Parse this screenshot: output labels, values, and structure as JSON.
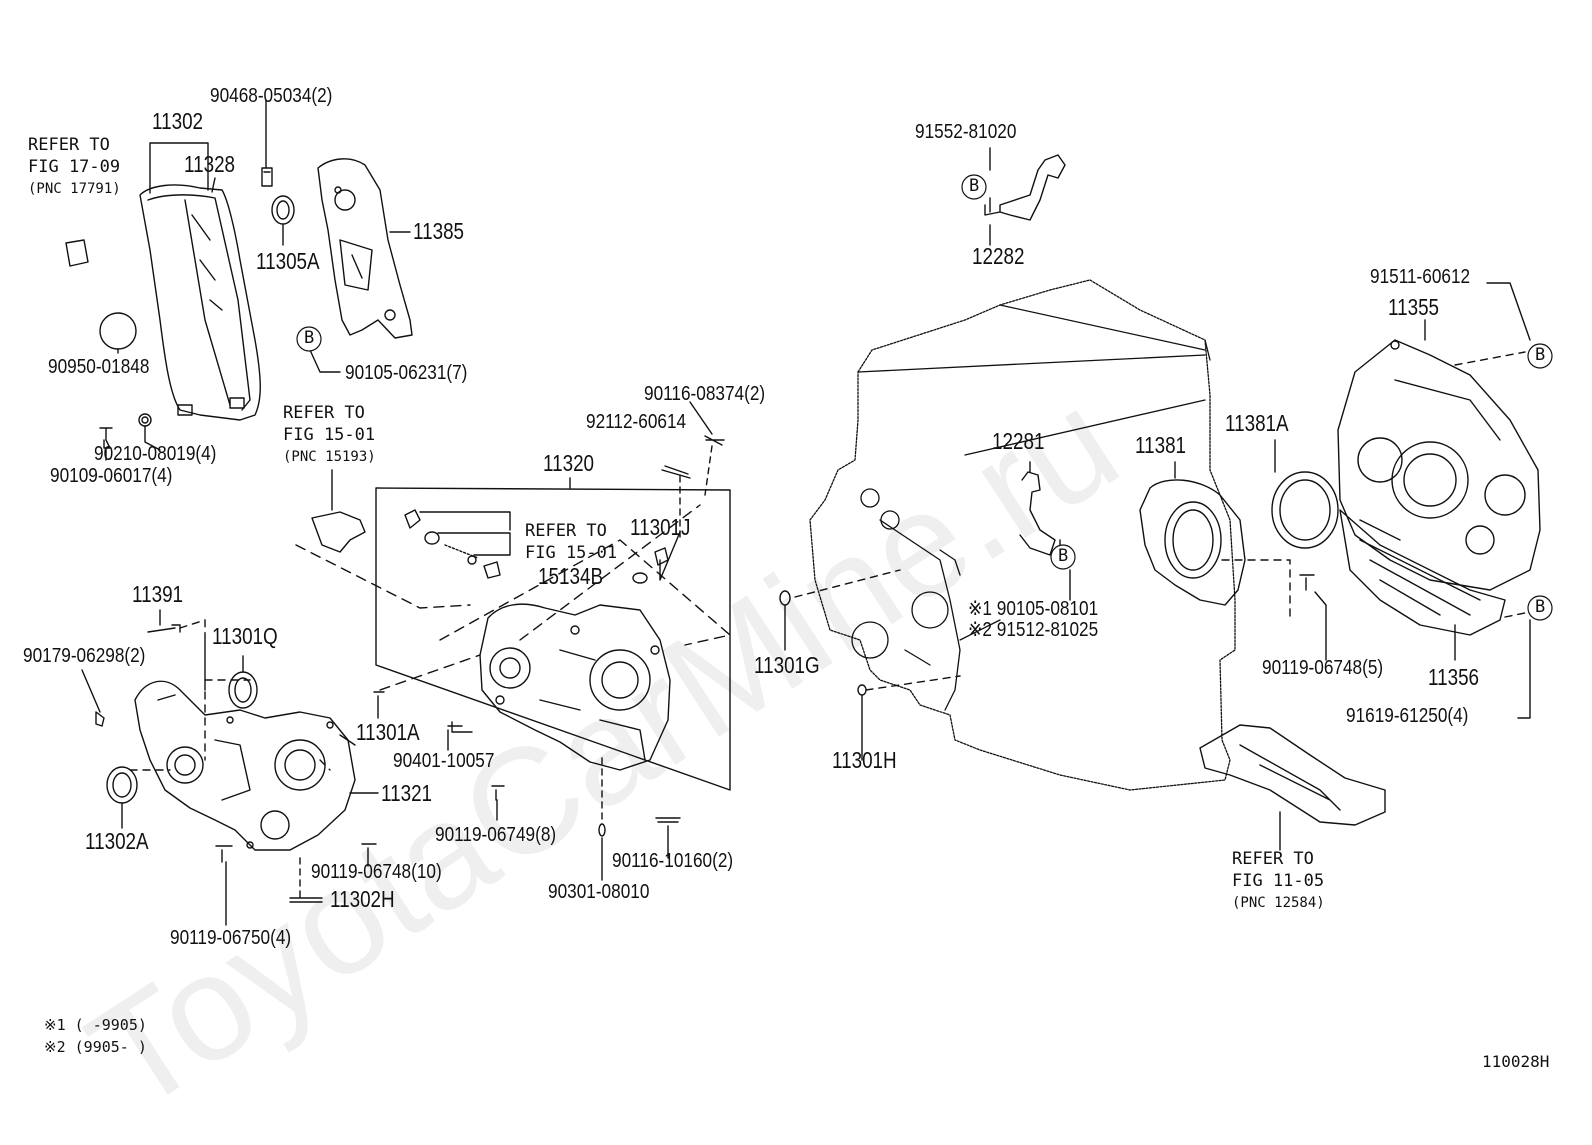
{
  "watermark": "ToyotaCarMine.ru",
  "figure_code": "110028H",
  "notes": [
    "※1 (     -9905)",
    "※2 (9905-     )"
  ],
  "labels": {
    "p90468": "90468-05034(2)",
    "p11302": "11302",
    "p11328": "11328",
    "p11305A": "11305A",
    "p11385": "11385",
    "p90105_06231": "90105-06231(7)",
    "p90950": "90950-01848",
    "p90210": "90210-08019(4)",
    "p90109": "90109-06017(4)",
    "p90116_08374": "90116-08374(2)",
    "p92112": "92112-60614",
    "p11320": "11320",
    "p11301J": "11301J",
    "p15134B": "15134B",
    "p11391": "11391",
    "p11301Q": "11301Q",
    "p90179": "90179-06298(2)",
    "p11301A": "11301A",
    "p90401": "90401-10057",
    "p11321": "11321",
    "p11302A": "11302A",
    "p90119_06749": "90119-06749(8)",
    "p90119_06748_10": "90119-06748(10)",
    "p11302H": "11302H",
    "p90119_06750": "90119-06750(4)",
    "p90116_10160": "90116-10160(2)",
    "p90301": "90301-08010",
    "p91552": "91552-81020",
    "p12282": "12282",
    "p12281": "12281",
    "p11381": "11381",
    "p11381A": "11381A",
    "p91511": "91511-60612",
    "p11355": "11355",
    "p90105_08101": "※1 90105-08101",
    "p91512": "※2 91512-81025",
    "p11301G": "11301G",
    "p11301H": "11301H",
    "p90119_06748_5": "90119-06748(5)",
    "p11356": "11356",
    "p91619": "91619-61250(4)"
  },
  "refs": {
    "r17_09": [
      "REFER TO",
      "FIG 17-09",
      "(PNC 17791)"
    ],
    "r15_01_top": [
      "REFER TO",
      "FIG 15-01",
      "(PNC 15193)"
    ],
    "r15_01_inner": [
      "REFER TO",
      "FIG 15-01"
    ],
    "r11_05": [
      "REFER TO",
      "FIG 11-05",
      "(PNC 12584)"
    ]
  },
  "bolt_marker": "B"
}
